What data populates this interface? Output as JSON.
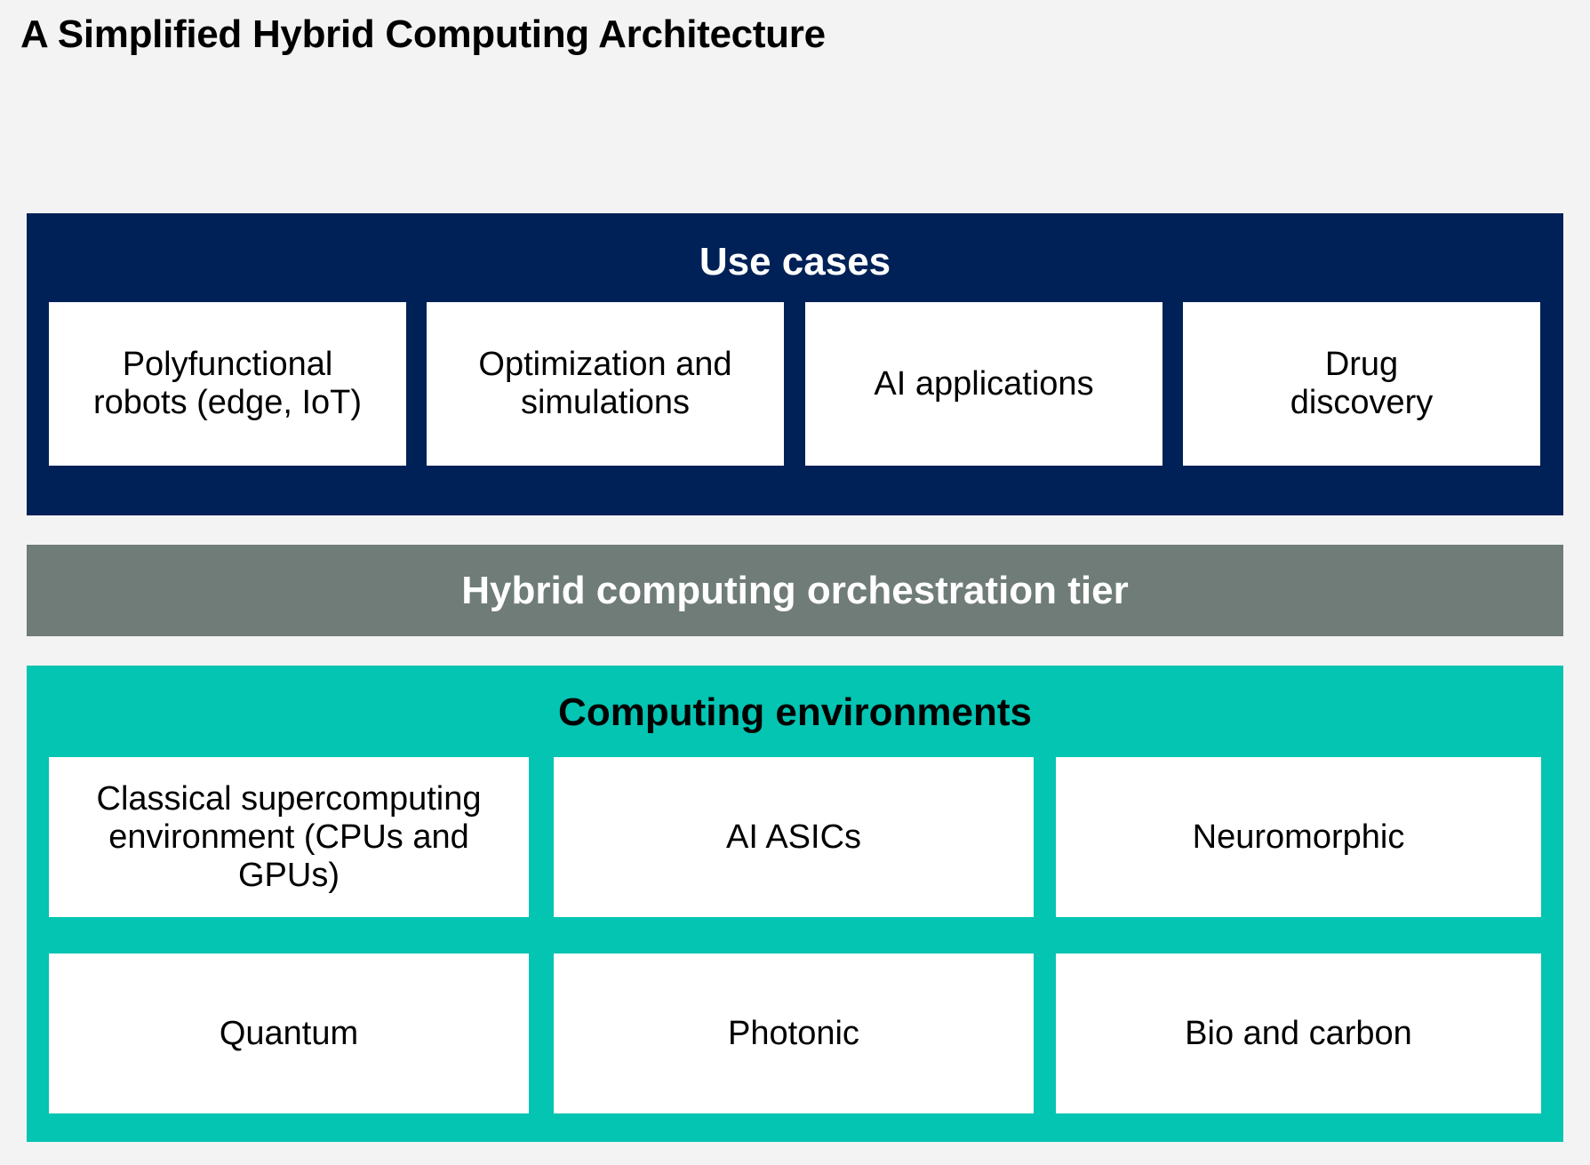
{
  "title": "A Simplified Hybrid Computing Architecture",
  "use_cases": {
    "heading": "Use cases",
    "items": [
      {
        "label": "Polyfunctional robots (edge, IoT)"
      },
      {
        "label": "Optimization and simulations"
      },
      {
        "label": "AI applications"
      },
      {
        "label": "Drug discovery"
      }
    ]
  },
  "orchestration": {
    "label": "Hybrid computing orchestration tier"
  },
  "computing_environments": {
    "heading": "Computing environments",
    "items": [
      {
        "label": "Classical supercomputing environment (CPUs and GPUs)"
      },
      {
        "label": "AI ASICs"
      },
      {
        "label": "Neuromorphic"
      },
      {
        "label": "Quantum"
      },
      {
        "label": "Photonic"
      },
      {
        "label": "Bio and carbon"
      }
    ]
  },
  "colors": {
    "background": "#f3f3f3",
    "use_cases_band": "#002157",
    "orchestration_band": "#6f7c78",
    "computing_band": "#04c4b2",
    "tile": "#ffffff"
  }
}
